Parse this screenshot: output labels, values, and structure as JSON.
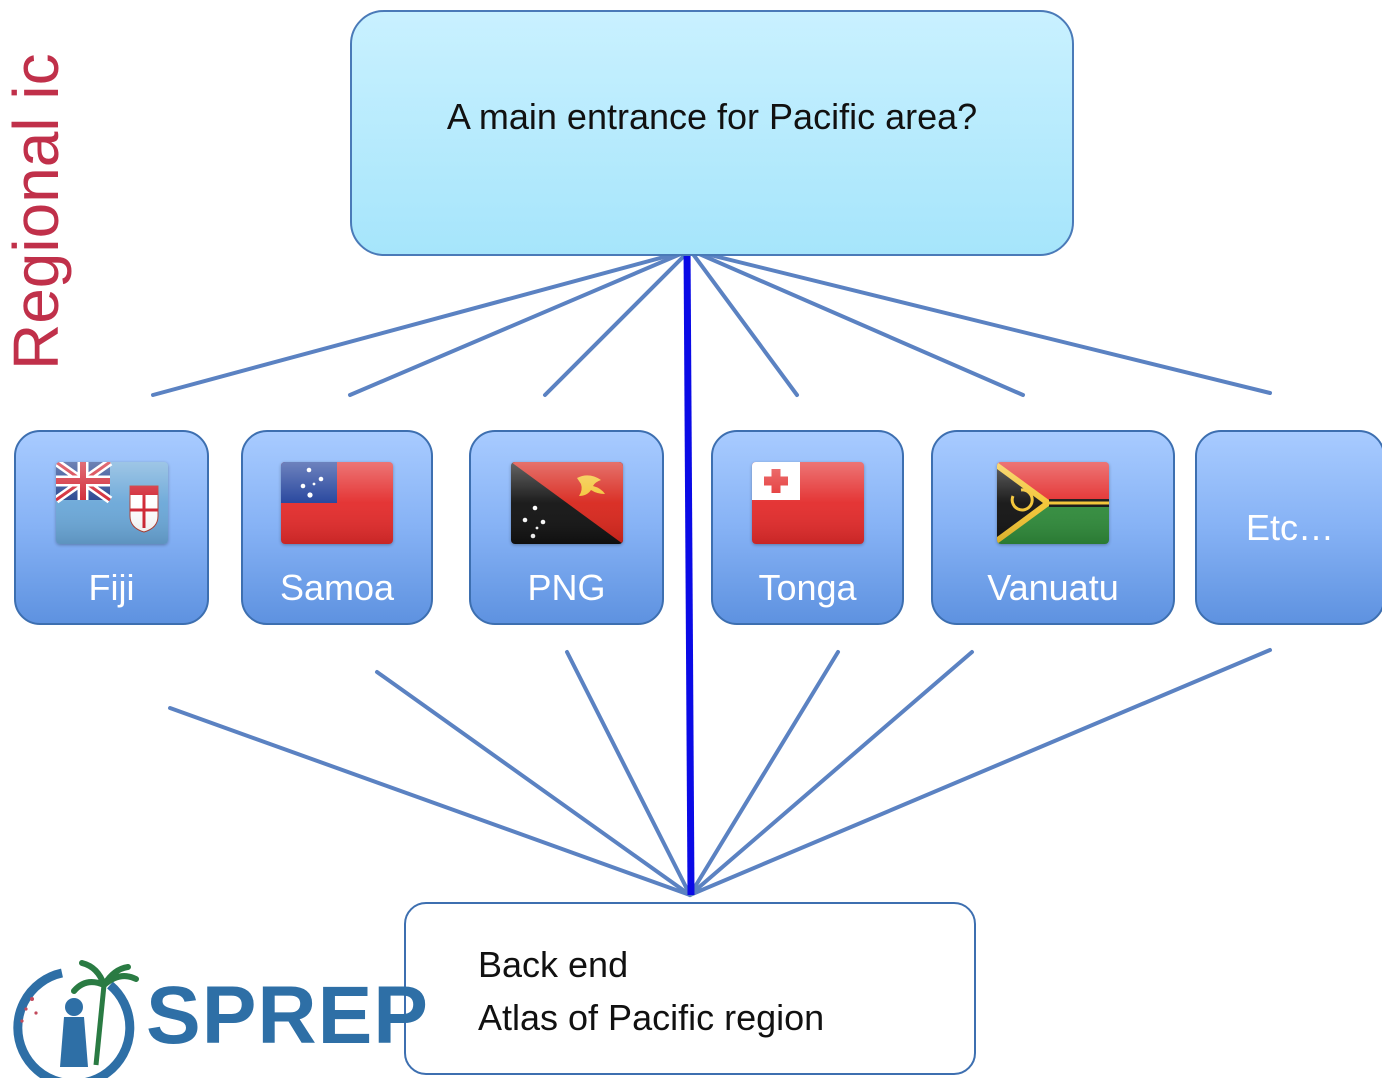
{
  "side_title": "Regional ic",
  "top_box": {
    "text": "A main entrance for Pacific area?"
  },
  "countries": [
    {
      "label": "Fiji",
      "flag": "fiji-flag-icon"
    },
    {
      "label": "Samoa",
      "flag": "samoa-flag-icon"
    },
    {
      "label": "PNG",
      "flag": "png-flag-icon"
    },
    {
      "label": "Tonga",
      "flag": "tonga-flag-icon"
    },
    {
      "label": "Vanuatu",
      "flag": "vanuatu-flag-icon"
    },
    {
      "label": "Etc…",
      "flag": null
    }
  ],
  "bottom_box": {
    "line1": "Back end",
    "line2": "Atlas of Pacific region"
  },
  "logo": {
    "text": "SPREP"
  },
  "colors": {
    "title": "#c0304a",
    "connector": "#5b82c2",
    "direct_connector": "#0a0ae6",
    "country_box": "#86b2f5",
    "top_box": "#b5ebfc",
    "logo": "#2e6fa6"
  }
}
